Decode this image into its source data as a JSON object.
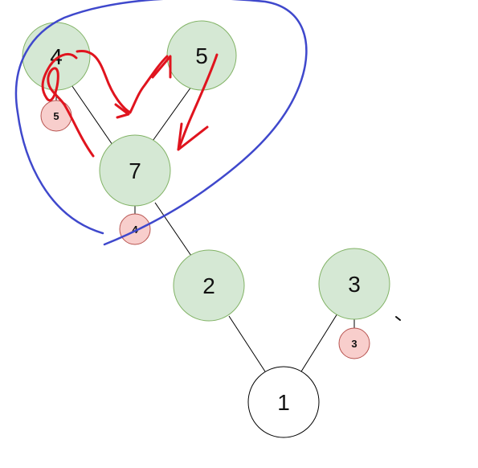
{
  "colors": {
    "node_fill": "#d5e8d4",
    "node_stroke": "#82b366",
    "root_fill": "#ffffff",
    "root_stroke": "#000000",
    "badge_fill": "#f8cecc",
    "badge_stroke": "#b85450",
    "edge": "#000000",
    "annotation_red": "#e0141e",
    "annotation_blue": "#3f48cc"
  },
  "nodes": {
    "n4": {
      "label": "4"
    },
    "n5": {
      "label": "5"
    },
    "n7": {
      "label": "7"
    },
    "n2": {
      "label": "2"
    },
    "n3": {
      "label": "3"
    },
    "n1": {
      "label": "1"
    }
  },
  "badges": {
    "b4": {
      "label": "5"
    },
    "b7": {
      "label": "4"
    },
    "b3": {
      "label": "3"
    }
  }
}
